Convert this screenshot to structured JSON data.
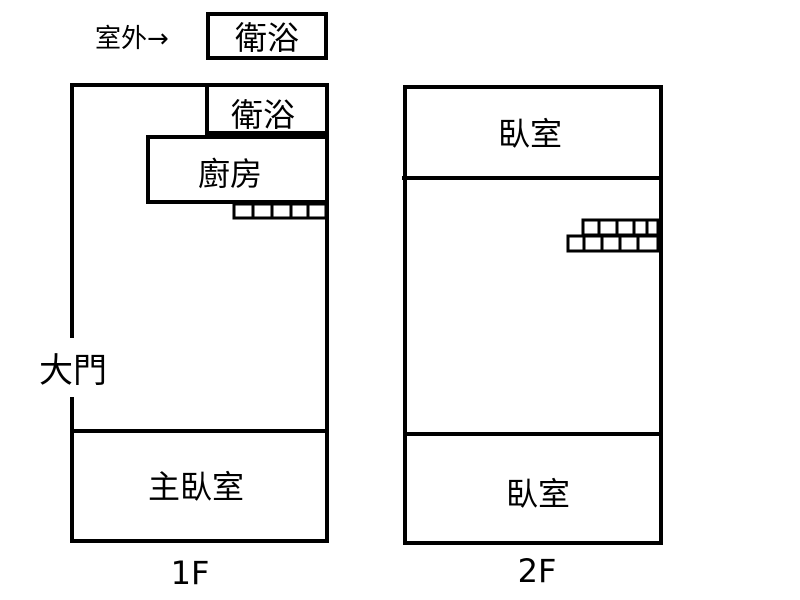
{
  "outdoor": {
    "label": "室外→",
    "bathroom": "衛浴"
  },
  "floor1": {
    "label": "1F",
    "rooms": {
      "bathroom": "衛浴",
      "kitchen": "廚房",
      "master_bedroom": "主臥室"
    },
    "door": "大門"
  },
  "floor2": {
    "label": "2F",
    "rooms": {
      "bedroom_top": "臥室",
      "bedroom_bottom": "臥室"
    }
  }
}
